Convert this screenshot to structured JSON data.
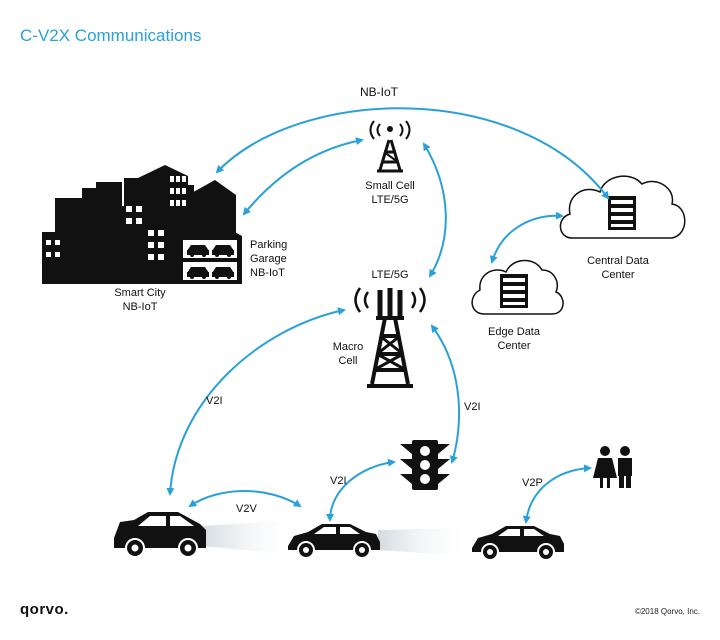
{
  "title": "C-V2X Communications",
  "nodes": {
    "smart_city": [
      "Smart City",
      "NB-IoT"
    ],
    "parking_garage": [
      "Parking",
      "Garage",
      "NB-IoT"
    ],
    "small_cell": [
      "Small Cell",
      "LTE/5G"
    ],
    "macro_cell_tech": "LTE/5G",
    "macro_cell": [
      "Macro",
      "Cell"
    ],
    "central_data_center": [
      "Central Data",
      "Center"
    ],
    "edge_data_center": [
      "Edge Data",
      "Center"
    ]
  },
  "links": {
    "nb_iot": "NB-IoT",
    "v2i_left": "V2I",
    "v2i_right": "V2I",
    "v2i_center": "V2I",
    "v2v": "V2V",
    "v2p": "V2P"
  },
  "footer": {
    "logo": "qorvo.",
    "copyright": "©2018 Qorvo, Inc."
  },
  "colors": {
    "accent": "#2aa0d8",
    "ink": "#111111"
  }
}
